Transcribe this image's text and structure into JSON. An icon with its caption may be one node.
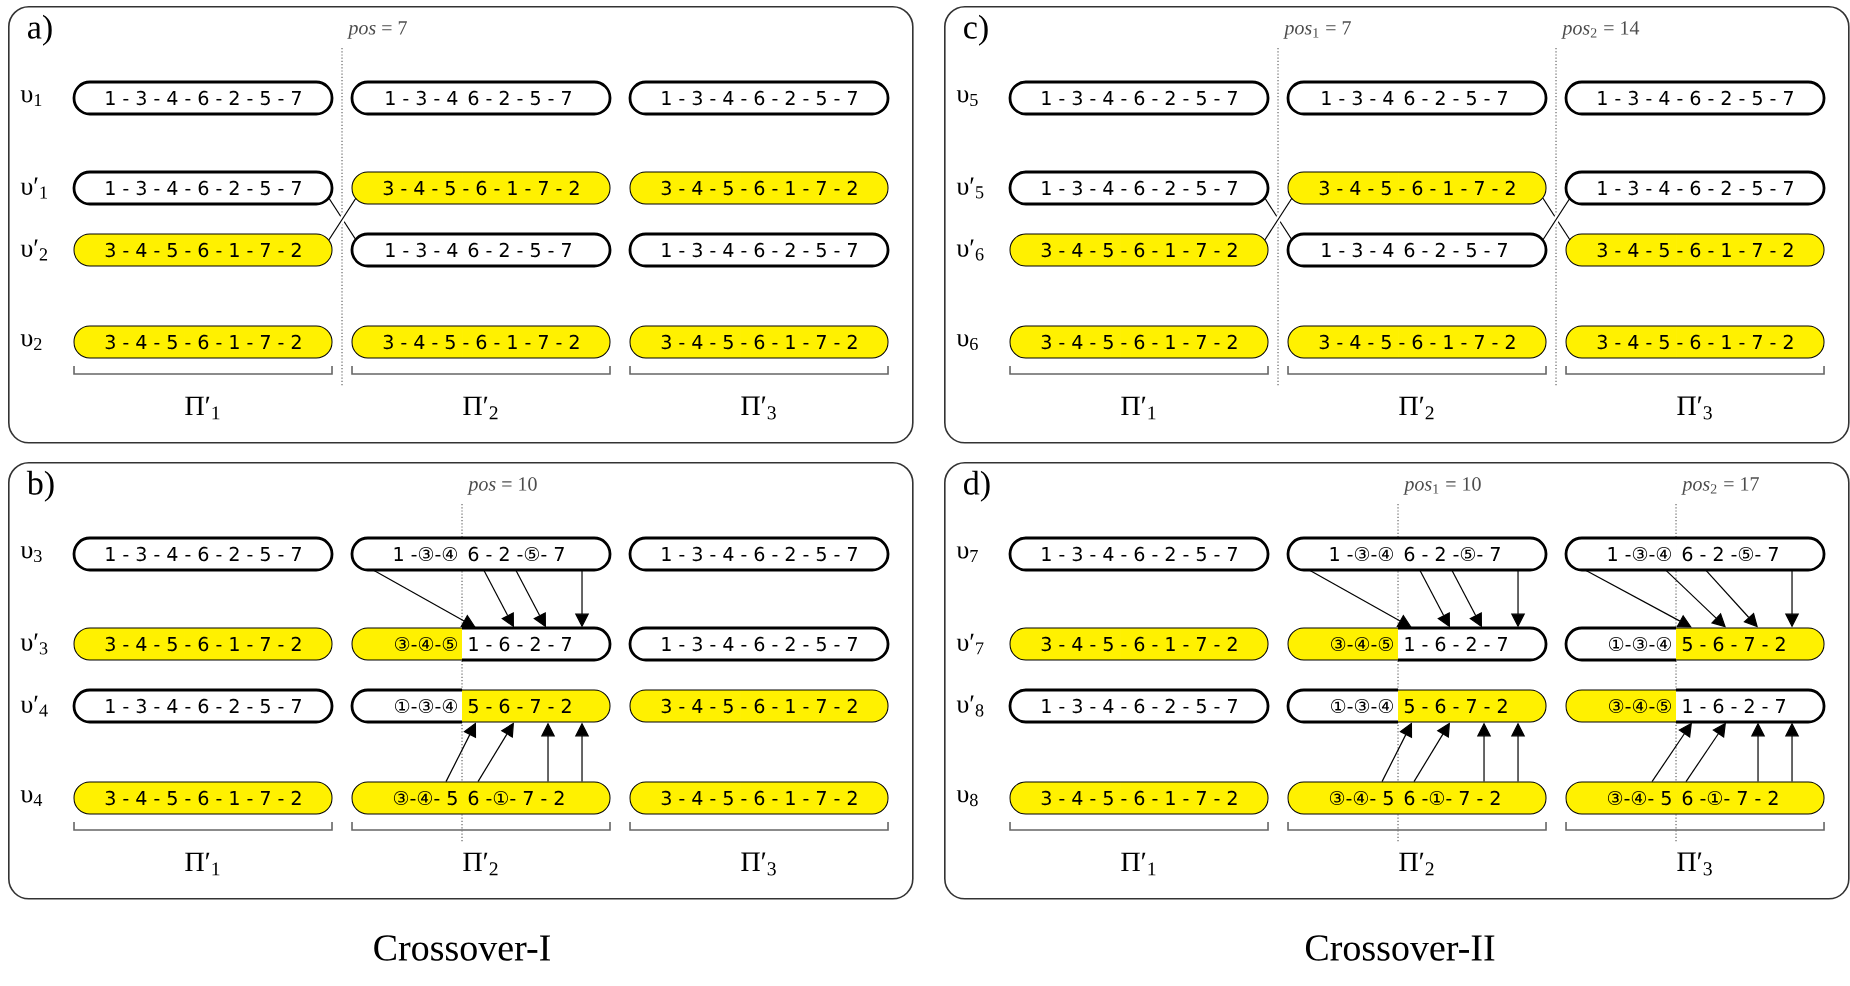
{
  "diagram": {
    "nodes": [
      {
        "text": [
          "a)"
        ]
      },
      {
        "text": [
          "1 - 3 - 4 - 6 - 2 - 5 - 7"
        ],
        "in": 0
      },
      {
        "text": [
          "1 - 3 - 4",
          "6 - 2 - 5 - 7"
        ],
        "in": 0
      },
      {
        "text": [
          "1 - 3 - 4 - 6 - 2 - 5 - 7"
        ],
        "in": 0
      },
      {
        "text": [
          "1 - 3 - 4 - 6 - 2 - 5 - 7"
        ],
        "in": 0
      },
      {
        "text": [
          "3 - 4 - 5 - 6 - 1 - 7 - 2"
        ],
        "in": 0
      },
      {
        "text": [
          "3 - 4 - 5 - 6 - 1 - 7 - 2"
        ],
        "in": 0
      },
      {
        "text": [
          "3 - 4 - 5 - 6 - 1 - 7 - 2"
        ],
        "in": 0
      },
      {
        "text": [
          "1 - 3 - 4",
          "6 - 2 - 5 - 7"
        ],
        "in": 0
      },
      {
        "text": [
          "1 - 3 - 4 - 6 - 2 - 5 - 7"
        ],
        "in": 0
      },
      {
        "text": [
          "3 - 4 - 5 - 6 - 1 - 7 - 2"
        ],
        "in": 0
      },
      {
        "text": [
          "3 - 4 - 5 - 6 - 1 - 7 - 2"
        ],
        "in": 0
      },
      {
        "text": [
          "3 - 4 - 5 - 6 - 1 - 7 - 2"
        ],
        "in": 0
      },
      {
        "text": [
          "c)"
        ]
      },
      {
        "text": [
          "1 - 3 - 4 - 6 - 2 - 5 - 7"
        ],
        "in": 13
      },
      {
        "text": [
          "1 - 3 - 4",
          "6 - 2 - 5 - 7"
        ],
        "in": 13
      },
      {
        "text": [
          "1 - 3 - 4 - 6 - 2 - 5 - 7"
        ],
        "in": 13
      },
      {
        "text": [
          "1 - 3 - 4 - 6 - 2 - 5 - 7"
        ],
        "in": 13
      },
      {
        "text": [
          "3 - 4 - 5 - 6 - 1 - 7 - 2"
        ],
        "in": 13
      },
      {
        "text": [
          "1 - 3 - 4 - 6 - 2 - 5 - 7"
        ],
        "in": 13
      },
      {
        "text": [
          "3 - 4 - 5 - 6 - 1 - 7 - 2"
        ],
        "in": 13
      },
      {
        "text": [
          "1 - 3 - 4",
          "6 - 2 - 5 - 7"
        ],
        "in": 13
      },
      {
        "text": [
          "3 - 4 - 5 - 6 - 1 - 7 - 2"
        ],
        "in": 13
      },
      {
        "text": [
          "3 - 4 - 5 - 6 - 1 - 7 - 2"
        ],
        "in": 13
      },
      {
        "text": [
          "3 - 4 - 5 - 6 - 1 - 7 - 2"
        ],
        "in": 13
      },
      {
        "text": [
          "3 - 4 - 5 - 6 - 1 - 7 - 2"
        ],
        "in": 13
      },
      {
        "text": [
          "b)"
        ]
      },
      {
        "text": [
          "1 - 3 - 4 - 6 - 2 - 5 - 7"
        ],
        "in": 26
      },
      {
        "text": [
          "1 -③-④",
          "6 - 2 -⑤- 7"
        ],
        "in": 26
      },
      {
        "text": [
          "1 - 3 - 4 - 6 - 2 - 5 - 7"
        ],
        "in": 26
      },
      {
        "text": [
          "3 - 4 - 5 - 6 - 1 - 7 - 2"
        ],
        "in": 26
      },
      {
        "text": [
          "③-④-⑤",
          "1 - 6 - 2 - 7"
        ],
        "in": 26
      },
      {
        "text": [
          "1 - 3 - 4 - 6 - 2 - 5 - 7"
        ],
        "in": 26
      },
      {
        "text": [
          "1 - 3 - 4 - 6 - 2 - 5 - 7"
        ],
        "in": 26
      },
      {
        "text": [
          "①-③-④",
          "5 - 6 - 7 - 2"
        ],
        "in": 26
      },
      {
        "text": [
          "3 - 4 - 5 - 6 - 1 - 7 - 2"
        ],
        "in": 26
      },
      {
        "text": [
          "3 - 4 - 5 - 6 - 1 - 7 - 2"
        ],
        "in": 26
      },
      {
        "text": [
          "③-④- 5",
          "6 -①- 7 - 2"
        ],
        "in": 26
      },
      {
        "text": [
          "3 - 4 - 5 - 6 - 1 - 7 - 2"
        ],
        "in": 26
      },
      {
        "text": [
          "d)"
        ]
      },
      {
        "text": [
          "1 - 3 - 4 - 6 - 2 - 5 - 7"
        ],
        "in": 39
      },
      {
        "text": [
          "1 -③-④",
          "6 - 2 -⑤- 7"
        ],
        "in": 39
      },
      {
        "text": [
          "1 -③-④",
          "6 - 2 -⑤- 7"
        ],
        "in": 39
      },
      {
        "text": [
          "3 - 4 - 5 - 6 - 1 - 7 - 2"
        ],
        "in": 39
      },
      {
        "text": [
          "③-④-⑤",
          "1 - 6 - 2 - 7"
        ],
        "in": 39
      },
      {
        "text": [
          "①-③-④",
          "5 - 6 - 7 - 2"
        ],
        "in": 39
      },
      {
        "text": [
          "1 - 3 - 4 - 6 - 2 - 5 - 7"
        ],
        "in": 39
      },
      {
        "text": [
          "①-③-④",
          "5 - 6 - 7 - 2"
        ],
        "in": 39
      },
      {
        "text": [
          "③-④-⑤",
          "1 - 6 - 2 - 7"
        ],
        "in": 39
      },
      {
        "text": [
          "3 - 4 - 5 - 6 - 1 - 7 - 2"
        ],
        "in": 39
      },
      {
        "text": [
          "③-④- 5",
          "6 -①- 7 - 2"
        ],
        "in": 39
      },
      {
        "text": [
          "③-④- 5",
          "6 -①- 7 - 2"
        ],
        "in": 39
      }
    ],
    "edges": [
      {
        "from": 4,
        "to": 8,
        "arrow": "none"
      },
      {
        "from": 7,
        "to": 5,
        "arrow": "none"
      },
      {
        "from": 17,
        "to": 21,
        "arrow": "none"
      },
      {
        "from": 20,
        "to": 18,
        "arrow": "none"
      },
      {
        "from": 18,
        "to": 22,
        "arrow": "none"
      },
      {
        "from": 21,
        "to": 19,
        "arrow": "none"
      },
      {
        "from": 28,
        "to": 31,
        "arrow": "to"
      },
      {
        "from": 28,
        "to": 31,
        "arrow": "to"
      },
      {
        "from": 28,
        "to": 31,
        "arrow": "to"
      },
      {
        "from": 28,
        "to": 31,
        "arrow": "to"
      },
      {
        "from": 37,
        "to": 34,
        "arrow": "to"
      },
      {
        "from": 37,
        "to": 34,
        "arrow": "to"
      },
      {
        "from": 37,
        "to": 34,
        "arrow": "to"
      },
      {
        "from": 37,
        "to": 34,
        "arrow": "to"
      },
      {
        "from": 41,
        "to": 44,
        "arrow": "to"
      },
      {
        "from": 41,
        "to": 44,
        "arrow": "to"
      },
      {
        "from": 41,
        "to": 44,
        "arrow": "to"
      },
      {
        "from": 41,
        "to": 44,
        "arrow": "to"
      },
      {
        "from": 42,
        "to": 45,
        "arrow": "to"
      },
      {
        "from": 42,
        "to": 45,
        "arrow": "to"
      },
      {
        "from": 42,
        "to": 45,
        "arrow": "to"
      },
      {
        "from": 42,
        "to": 45,
        "arrow": "to"
      },
      {
        "from": 50,
        "to": 47,
        "arrow": "to"
      },
      {
        "from": 50,
        "to": 47,
        "arrow": "to"
      },
      {
        "from": 50,
        "to": 47,
        "arrow": "to"
      },
      {
        "from": 50,
        "to": 47,
        "arrow": "to"
      },
      {
        "from": 51,
        "to": 48,
        "arrow": "to"
      },
      {
        "from": 51,
        "to": 48,
        "arrow": "to"
      },
      {
        "from": 51,
        "to": 48,
        "arrow": "to"
      },
      {
        "from": 51,
        "to": 48,
        "arrow": "to"
      }
    ],
    "labels": [
      "*pos* = 7",
      "υ$_{1}$",
      "υ′$_{1}$",
      "υ′$_{2}$",
      "υ$_{2}$",
      "Π′$_{1}$",
      "Π′$_{2}$",
      "Π′$_{3}$",
      "*pos*$_{1}$ = 7",
      "*pos*$_{2}$ = 14",
      "υ$_{5}$",
      "υ′$_{5}$",
      "υ′$_{6}$",
      "υ$_{6}$",
      "Π′$_{1}$",
      "Π′$_{2}$",
      "Π′$_{3}$",
      "*pos* = 10",
      "υ$_{3}$",
      "υ′$_{3}$",
      "υ′$_{4}$",
      "υ$_{4}$",
      "Π′$_{1}$",
      "Π′$_{2}$",
      "Π′$_{3}$",
      "*pos*$_{1}$ = 10",
      "*pos*$_{2}$ = 17",
      "υ$_{7}$",
      "υ′$_{7}$",
      "υ′$_{8}$",
      "υ$_{8}$",
      "Π′$_{1}$",
      "Π′$_{2}$",
      "Π′$_{3}$",
      "Crossover-I",
      "Crossover-II"
    ]
  }
}
